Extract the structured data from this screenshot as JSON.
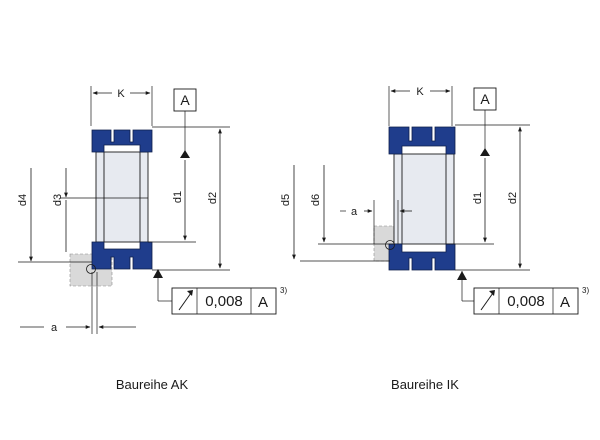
{
  "diagram": {
    "left": {
      "caption": "Baureihe AK",
      "labels": {
        "k": "K",
        "a": "a",
        "d4": "d4",
        "d3": "d3",
        "d1": "d1",
        "d2": "d2"
      },
      "datum": "A",
      "tolerance": {
        "value": "0,008",
        "datum": "A",
        "note": "3)"
      }
    },
    "right": {
      "caption": "Baureihe IK",
      "labels": {
        "k": "K",
        "a": "a",
        "d5": "d5",
        "d6": "d6",
        "d1": "d1",
        "d2": "d2"
      },
      "datum": "A",
      "tolerance": {
        "value": "0,008",
        "datum": "A",
        "note": "3)"
      }
    },
    "colors": {
      "seal": "#1f3d8c",
      "ring": "#e7eaf0",
      "gray": "#d9d9d9"
    }
  }
}
